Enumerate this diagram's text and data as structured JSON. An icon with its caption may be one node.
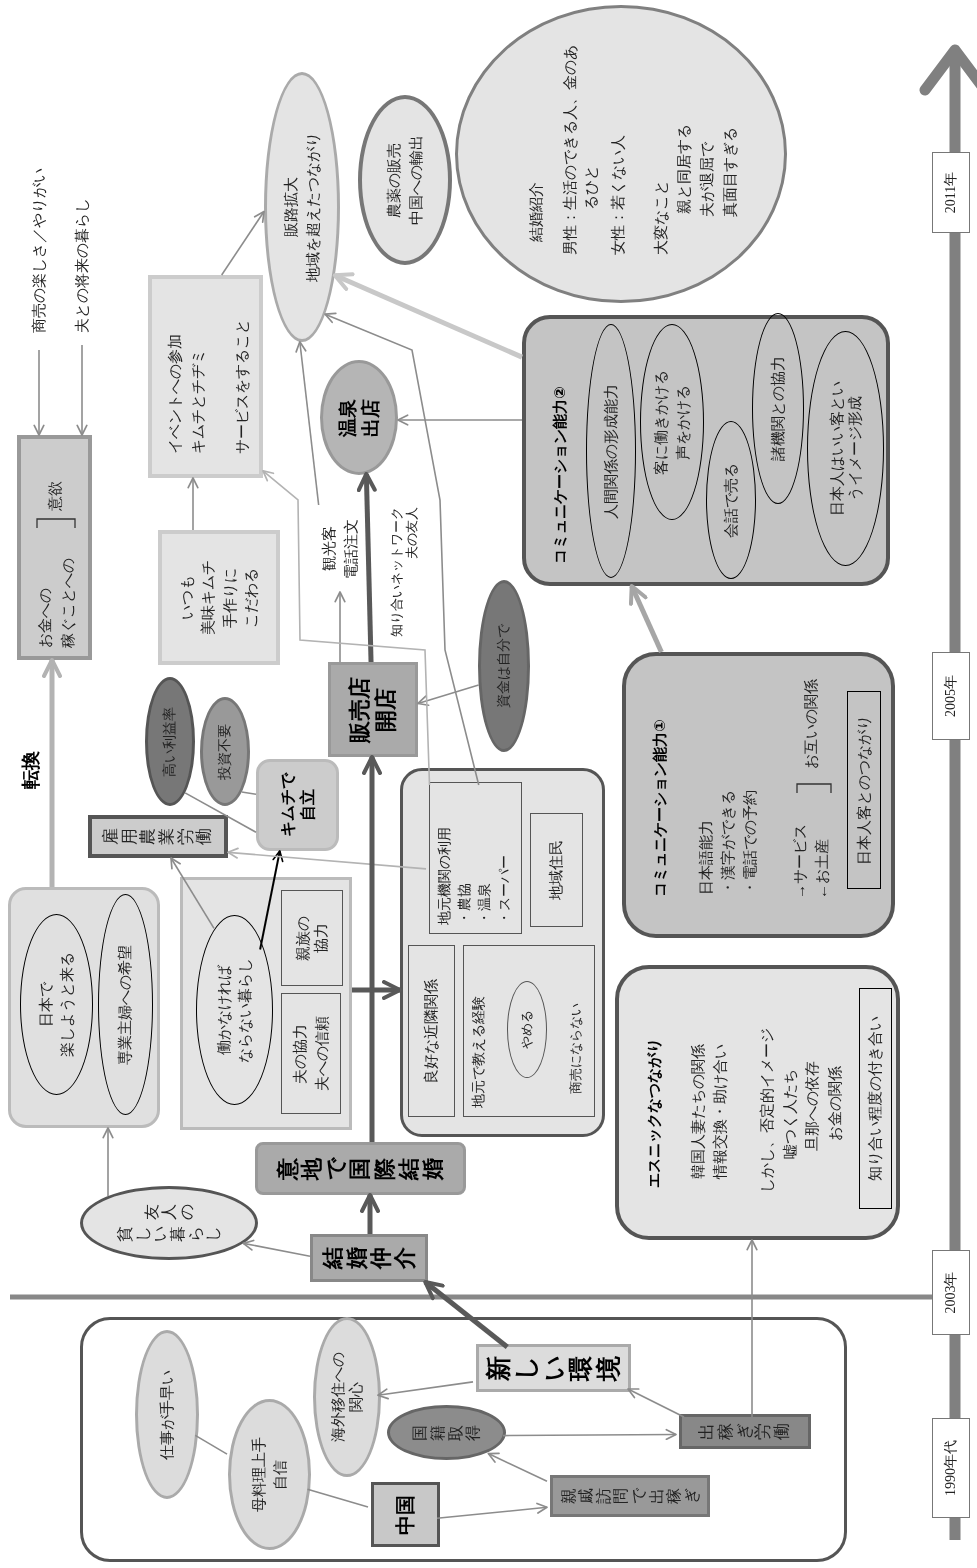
{
  "diagram": {
    "nodes": [
      {
        "text": [],
        "shape": "box"
      },
      {
        "text": [
          "中国"
        ],
        "in": 0
      },
      {
        "text": [
          "母料理上手",
          "自信"
        ],
        "in": 0
      },
      {
        "text": [
          "仕事が手早い"
        ],
        "in": 0
      },
      {
        "text": [
          "海外移住への関心"
        ],
        "in": 0
      },
      {
        "text": [
          "国籍取得"
        ],
        "in": 0
      },
      {
        "text": [
          "親戚訪問で出稼ぎ"
        ],
        "in": 0
      },
      {
        "text": [
          "新しい環境"
        ],
        "in": 0
      },
      {
        "text": [
          "出稼ぎ労働"
        ],
        "in": 0
      },
      {
        "text": [
          "結婚仲介"
        ]
      },
      {
        "text": [
          "友人の",
          "貧しい暮らし"
        ]
      },
      {
        "text": [
          "意地で国際結婚"
        ]
      },
      {
        "text": [],
        "shape": "box"
      },
      {
        "text": [
          "日本で",
          "楽しようと来る"
        ],
        "in": 12
      },
      {
        "text": [
          "専業主婦への希望"
        ],
        "in": 12
      },
      {
        "text": [
          "お金への",
          "稼ぐことへの",
          "意欲"
        ]
      },
      {
        "text": [
          "商売の楽しさ／やりがい"
        ]
      },
      {
        "text": [
          "夫との将来の暮らし"
        ]
      },
      {
        "text": [],
        "shape": "box"
      },
      {
        "text": [
          "働かなければ",
          "ならない暮らし"
        ],
        "in": 18
      },
      {
        "text": [
          "親族の協力"
        ],
        "in": 18
      },
      {
        "text": [
          "夫の協力",
          "夫への信頼"
        ],
        "in": 18
      },
      {
        "text": [
          "雇用農業労働"
        ]
      },
      {
        "text": [
          "高い利益率"
        ]
      },
      {
        "text": [
          "投資不要"
        ]
      },
      {
        "text": [
          "キムチで自立"
        ]
      },
      {
        "text": [],
        "shape": "box"
      },
      {
        "text": [
          "地元機関の利用",
          "・農協",
          "・温泉",
          "・スーパー"
        ],
        "in": 26
      },
      {
        "text": [
          "地域住民"
        ],
        "in": 26
      },
      {
        "text": [
          "良好な近隣関係"
        ],
        "in": 26
      },
      {
        "text": [
          "地元で教える経験",
          "商売にならない"
        ],
        "in": 26
      },
      {
        "text": [
          "やめる"
        ],
        "in": 30
      },
      {
        "text": [
          "販売店開店"
        ]
      },
      {
        "text": [
          "資金は自分で"
        ]
      },
      {
        "text": [
          "いつも",
          "美味キムチ",
          "手作りに",
          "こだわる"
        ]
      },
      {
        "text": [
          "イベントへの参加",
          "キムチとチヂミ",
          "サービスをすること"
        ]
      },
      {
        "text": [
          "観光客",
          "電話注文"
        ]
      },
      {
        "text": [
          "温泉出店"
        ]
      },
      {
        "text": [
          "販路拡大",
          "地域を超えたつながり"
        ]
      },
      {
        "text": [
          "農薬の販売",
          "中国への輸出"
        ]
      },
      {
        "text": [
          "結婚紹介",
          "男性：生活のできる人、金のあるひと",
          "女性：若くない人",
          "大変なこと",
          "親と同居する",
          "夫が退屈で",
          "真面目すぎる"
        ]
      },
      {
        "text": [
          "コミュニケーション能力②"
        ]
      },
      {
        "text": [
          "人間関係の形成能力"
        ],
        "in": 41
      },
      {
        "text": [
          "客に働きかける",
          "声をかける"
        ],
        "in": 41
      },
      {
        "text": [
          "会話で売る"
        ],
        "in": 41
      },
      {
        "text": [
          "諸機関との協力"
        ],
        "in": 41
      },
      {
        "text": [
          "日本人はいい客というイメージ形成"
        ],
        "in": 41
      },
      {
        "text": [
          "コミュニケーション能力①",
          "日本語能力",
          "・漢字ができる",
          "・電話での予約",
          "→サービス",
          "←お土産",
          "お互いの関係"
        ]
      },
      {
        "text": [
          "日本人客とのつながり"
        ],
        "in": 47
      },
      {
        "text": [
          "エスニックなつながり",
          "韓国人妻たちの関係",
          "情報交換・助け合い",
          "しかし、否定的イメージ",
          "嘘つく人たち",
          "旦那への依存",
          "お金の関係"
        ]
      },
      {
        "text": [
          "知り合い程度の付き合い"
        ],
        "in": 49
      }
    ],
    "edges": [
      {
        "from": 1,
        "to": 2,
        "arrow": "none"
      },
      {
        "from": 2,
        "to": 3,
        "arrow": "none"
      },
      {
        "from": 1,
        "to": 6,
        "arrow": "to"
      },
      {
        "from": 6,
        "to": 5,
        "arrow": "to"
      },
      {
        "from": 5,
        "to": 8,
        "arrow": "to"
      },
      {
        "from": 8,
        "to": 7,
        "arrow": "to"
      },
      {
        "from": 7,
        "to": 4,
        "arrow": "to"
      },
      {
        "from": 8,
        "to": 49,
        "arrow": "to"
      },
      {
        "from": 7,
        "to": 9,
        "arrow": "to",
        "style": "thick",
        "color": "#595959"
      },
      {
        "from": 9,
        "to": 10,
        "arrow": "to"
      },
      {
        "from": 9,
        "to": 11,
        "arrow": "to",
        "style": "thick",
        "color": "#595959"
      },
      {
        "from": 10,
        "to": 12,
        "arrow": "to"
      },
      {
        "from": 12,
        "to": 15,
        "arrow": "to",
        "label": "転換",
        "style": "thick",
        "color": "#b3b3b3"
      },
      {
        "from": 16,
        "to": 15,
        "arrow": "to"
      },
      {
        "from": 17,
        "to": 15,
        "arrow": "to"
      },
      {
        "from": 19,
        "to": 25,
        "arrow": "to",
        "color": "#000000"
      },
      {
        "from": 19,
        "to": 22,
        "arrow": "to"
      },
      {
        "from": 27,
        "to": 22,
        "arrow": "to",
        "color": "#b3b3b3"
      },
      {
        "from": 23,
        "to": 25,
        "arrow": "none"
      },
      {
        "from": 24,
        "to": 25,
        "arrow": "none"
      },
      {
        "from": 11,
        "to": 32,
        "arrow": "to",
        "style": "thick",
        "color": "#595959"
      },
      {
        "from": 18,
        "to": 26,
        "arrow": "to",
        "style": "thick",
        "color": "#595959"
      },
      {
        "from": 32,
        "to": 36,
        "arrow": "to"
      },
      {
        "from": 36,
        "to": 38,
        "arrow": "to"
      },
      {
        "from": 32,
        "to": 37,
        "arrow": "to",
        "label": "知り合いネットワーク夫の友人",
        "style": "thick",
        "color": "#595959"
      },
      {
        "from": 33,
        "to": 32,
        "arrow": "to"
      },
      {
        "from": 34,
        "to": 35,
        "arrow": "to"
      },
      {
        "from": 35,
        "to": 38,
        "arrow": "to"
      },
      {
        "from": 27,
        "to": 35,
        "arrow": "to",
        "color": "#b3b3b3"
      },
      {
        "from": 27,
        "to": 38,
        "arrow": "to"
      },
      {
        "from": 41,
        "to": 37,
        "arrow": "to"
      },
      {
        "from": 41,
        "to": 38,
        "arrow": "to",
        "style": "thick",
        "color": "#c8c8c8"
      },
      {
        "from": 47,
        "to": 41,
        "arrow": "to",
        "style": "thick",
        "color": "#a6a6a6"
      }
    ],
    "labels": [
      "2011年",
      "2005年",
      "2003年",
      "1990年代"
    ]
  }
}
